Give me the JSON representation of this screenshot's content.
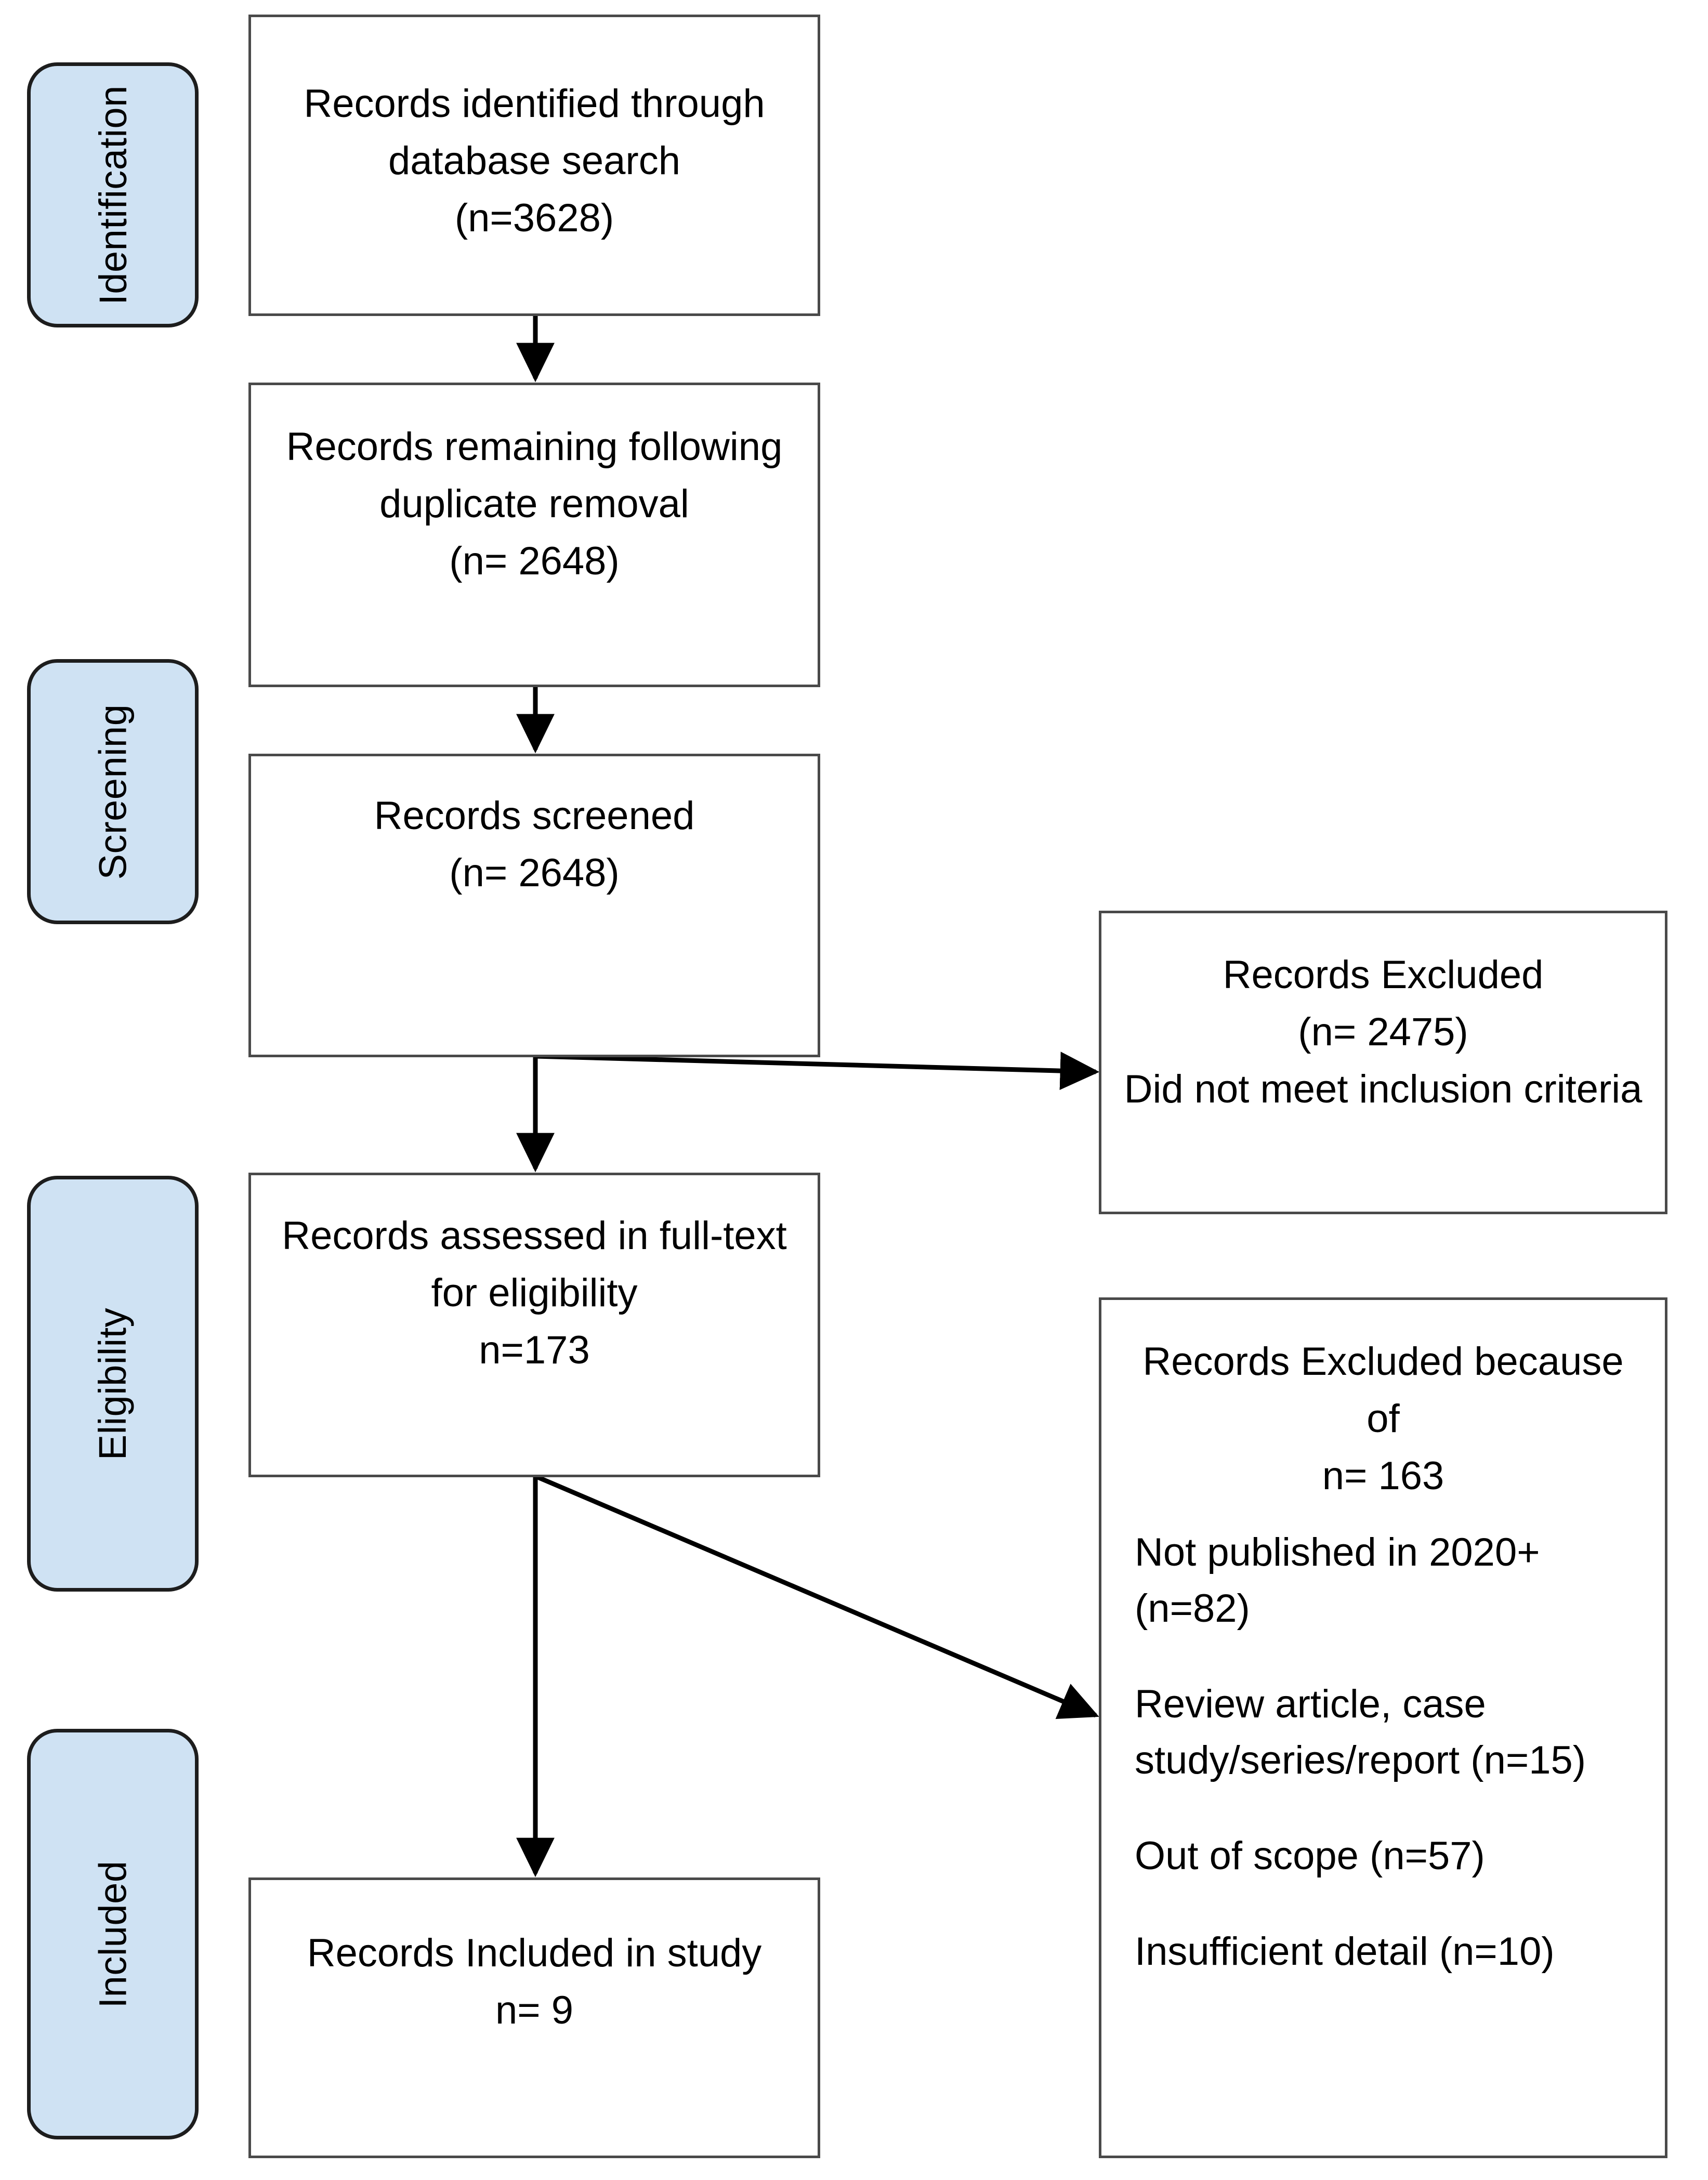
{
  "diagram": {
    "type": "prisma-flow-diagram",
    "accent_color": "#cfe2f3",
    "box_border_color": "#4a4a4a",
    "pill_border_color": "#1d1d1d"
  },
  "phases": [
    {
      "id": "identification",
      "label": "Identification"
    },
    {
      "id": "screening",
      "label": "Screening"
    },
    {
      "id": "eligibility",
      "label": "Eligibility"
    },
    {
      "id": "included",
      "label": "Included"
    }
  ],
  "flow": {
    "identified": {
      "line1": "Records identified through",
      "line2": "database search",
      "line3": "(n=3628)"
    },
    "deduplicated": {
      "line1": "Records remaining following",
      "line2": "duplicate removal",
      "line3": "(n= 2648)"
    },
    "screened": {
      "line1": "Records screened",
      "line2": "(n= 2648)"
    },
    "full_text": {
      "line1": "Records assessed in full-text",
      "line2": "for eligibility",
      "line3": "n=173"
    },
    "included": {
      "line1": "Records Included in study",
      "line2": "n= 9"
    }
  },
  "exclusions": {
    "screening_excluded": {
      "line1": "Records Excluded",
      "line2": "(n= 2475)",
      "line3": "Did not meet inclusion criteria"
    },
    "eligibility_excluded": {
      "header_line1": "Records Excluded because",
      "header_line2": "of",
      "header_line3": "n= 163",
      "reasons": [
        {
          "line1": "Not published in 2020+ (n=82)",
          "line2": ""
        },
        {
          "line1": "Review article, case",
          "line2": "study/series/report  (n=15)"
        },
        {
          "line1": "Out of scope (n=57)",
          "line2": ""
        },
        {
          "line1": "Insufficient detail (n=10)",
          "line2": ""
        }
      ]
    }
  },
  "chart_data": {
    "type": "table",
    "title": "PRISMA study selection flow",
    "stages": [
      {
        "stage": "Records identified through database search",
        "n": 3628
      },
      {
        "stage": "Records remaining following duplicate removal",
        "n": 2648
      },
      {
        "stage": "Records screened",
        "n": 2648
      },
      {
        "stage": "Records Excluded - Did not meet inclusion criteria",
        "n": 2475
      },
      {
        "stage": "Records assessed in full-text for eligibility",
        "n": 173
      },
      {
        "stage": "Records Excluded because of",
        "n": 163
      },
      {
        "stage": "Not published in 2020+",
        "n": 82
      },
      {
        "stage": "Review article, case study/series/report",
        "n": 15
      },
      {
        "stage": "Out of scope",
        "n": 57
      },
      {
        "stage": "Insufficient detail",
        "n": 10
      },
      {
        "stage": "Records Included in study",
        "n": 9
      }
    ]
  }
}
